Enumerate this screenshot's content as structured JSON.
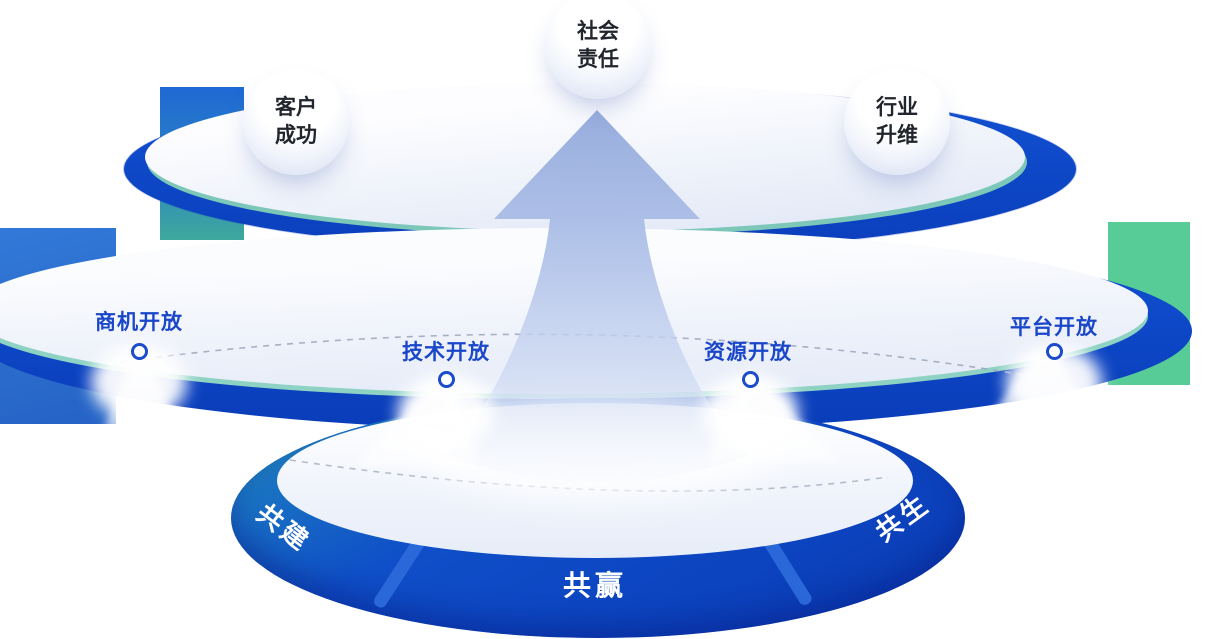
{
  "diagram": {
    "kind": "layered-platform-ecosystem",
    "background": "#ffffff"
  },
  "top_layer": {
    "bubbles": [
      {
        "id": "customer-success",
        "label": "客户\n成功"
      },
      {
        "id": "social-responsibility",
        "label": "社会\n责任"
      },
      {
        "id": "industry-upgrade",
        "label": "行业\n升维"
      }
    ]
  },
  "middle_layer": {
    "items": [
      {
        "id": "business-opportunity-open",
        "label": "商机开放"
      },
      {
        "id": "technology-open",
        "label": "技术开放"
      },
      {
        "id": "resource-open",
        "label": "资源开放"
      },
      {
        "id": "platform-open",
        "label": "平台开放"
      }
    ]
  },
  "bottom_layer": {
    "segments": [
      {
        "id": "co-build",
        "label": "共建"
      },
      {
        "id": "win-win",
        "label": "共赢"
      },
      {
        "id": "symbiosis",
        "label": "共生"
      }
    ]
  },
  "colors": {
    "primary_blue": "#0D47C6",
    "deep_blue": "#0A3CB8",
    "teal_accent": "#2E9DA2",
    "green_accent": "#57CC97",
    "teal_edge_line": "#8ED2C4",
    "label_blue": "#1A46C9",
    "arrow_periwinkle": "#A9BBE4",
    "bubble_text": "#21252D",
    "segment_text": "#FFFFFF"
  }
}
